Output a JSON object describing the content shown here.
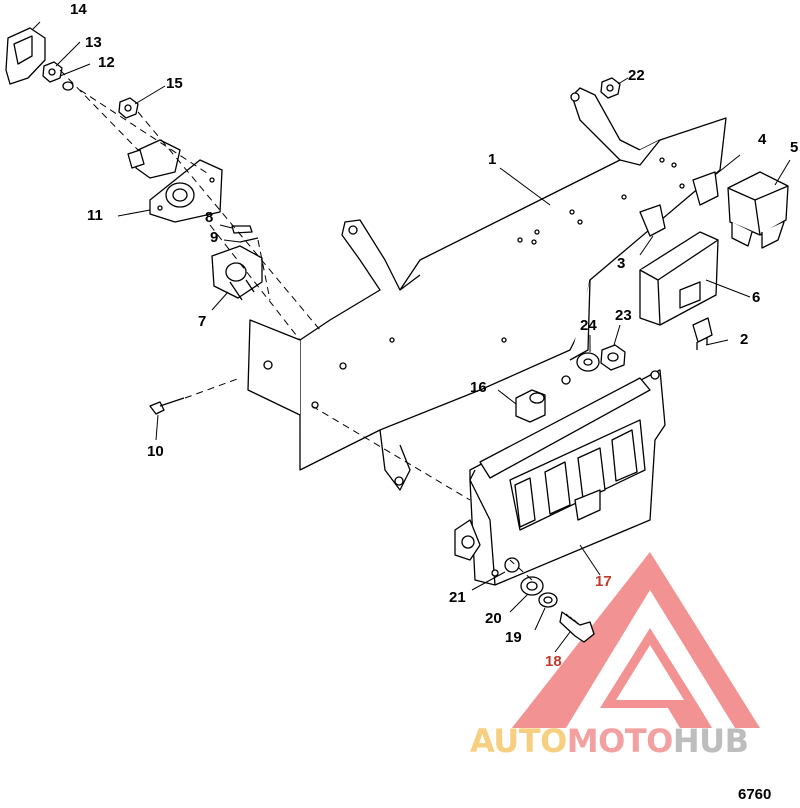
{
  "callouts": {
    "c1": "1",
    "c2": "2",
    "c3": "3",
    "c4": "4",
    "c5": "5",
    "c6": "6",
    "c7": "7",
    "c8": "8",
    "c9": "9",
    "c10": "10",
    "c11": "11",
    "c12": "12",
    "c13": "13",
    "c14": "14",
    "c15": "15",
    "c16": "16",
    "c17": "17",
    "c18": "18",
    "c19": "19",
    "c20": "20",
    "c21": "21",
    "c22": "22",
    "c23": "23",
    "c24": "24"
  },
  "figure_number": "6760",
  "watermark": {
    "part1": "AUTO",
    "part2": "MOTO",
    "part3": "HUB",
    "colors": {
      "auto": "#f6d080",
      "moto": "#f2a0a0",
      "hub": "#bdbdbd",
      "logo": "#f08080"
    }
  },
  "icons": [
    "watermark-logo-icon"
  ]
}
